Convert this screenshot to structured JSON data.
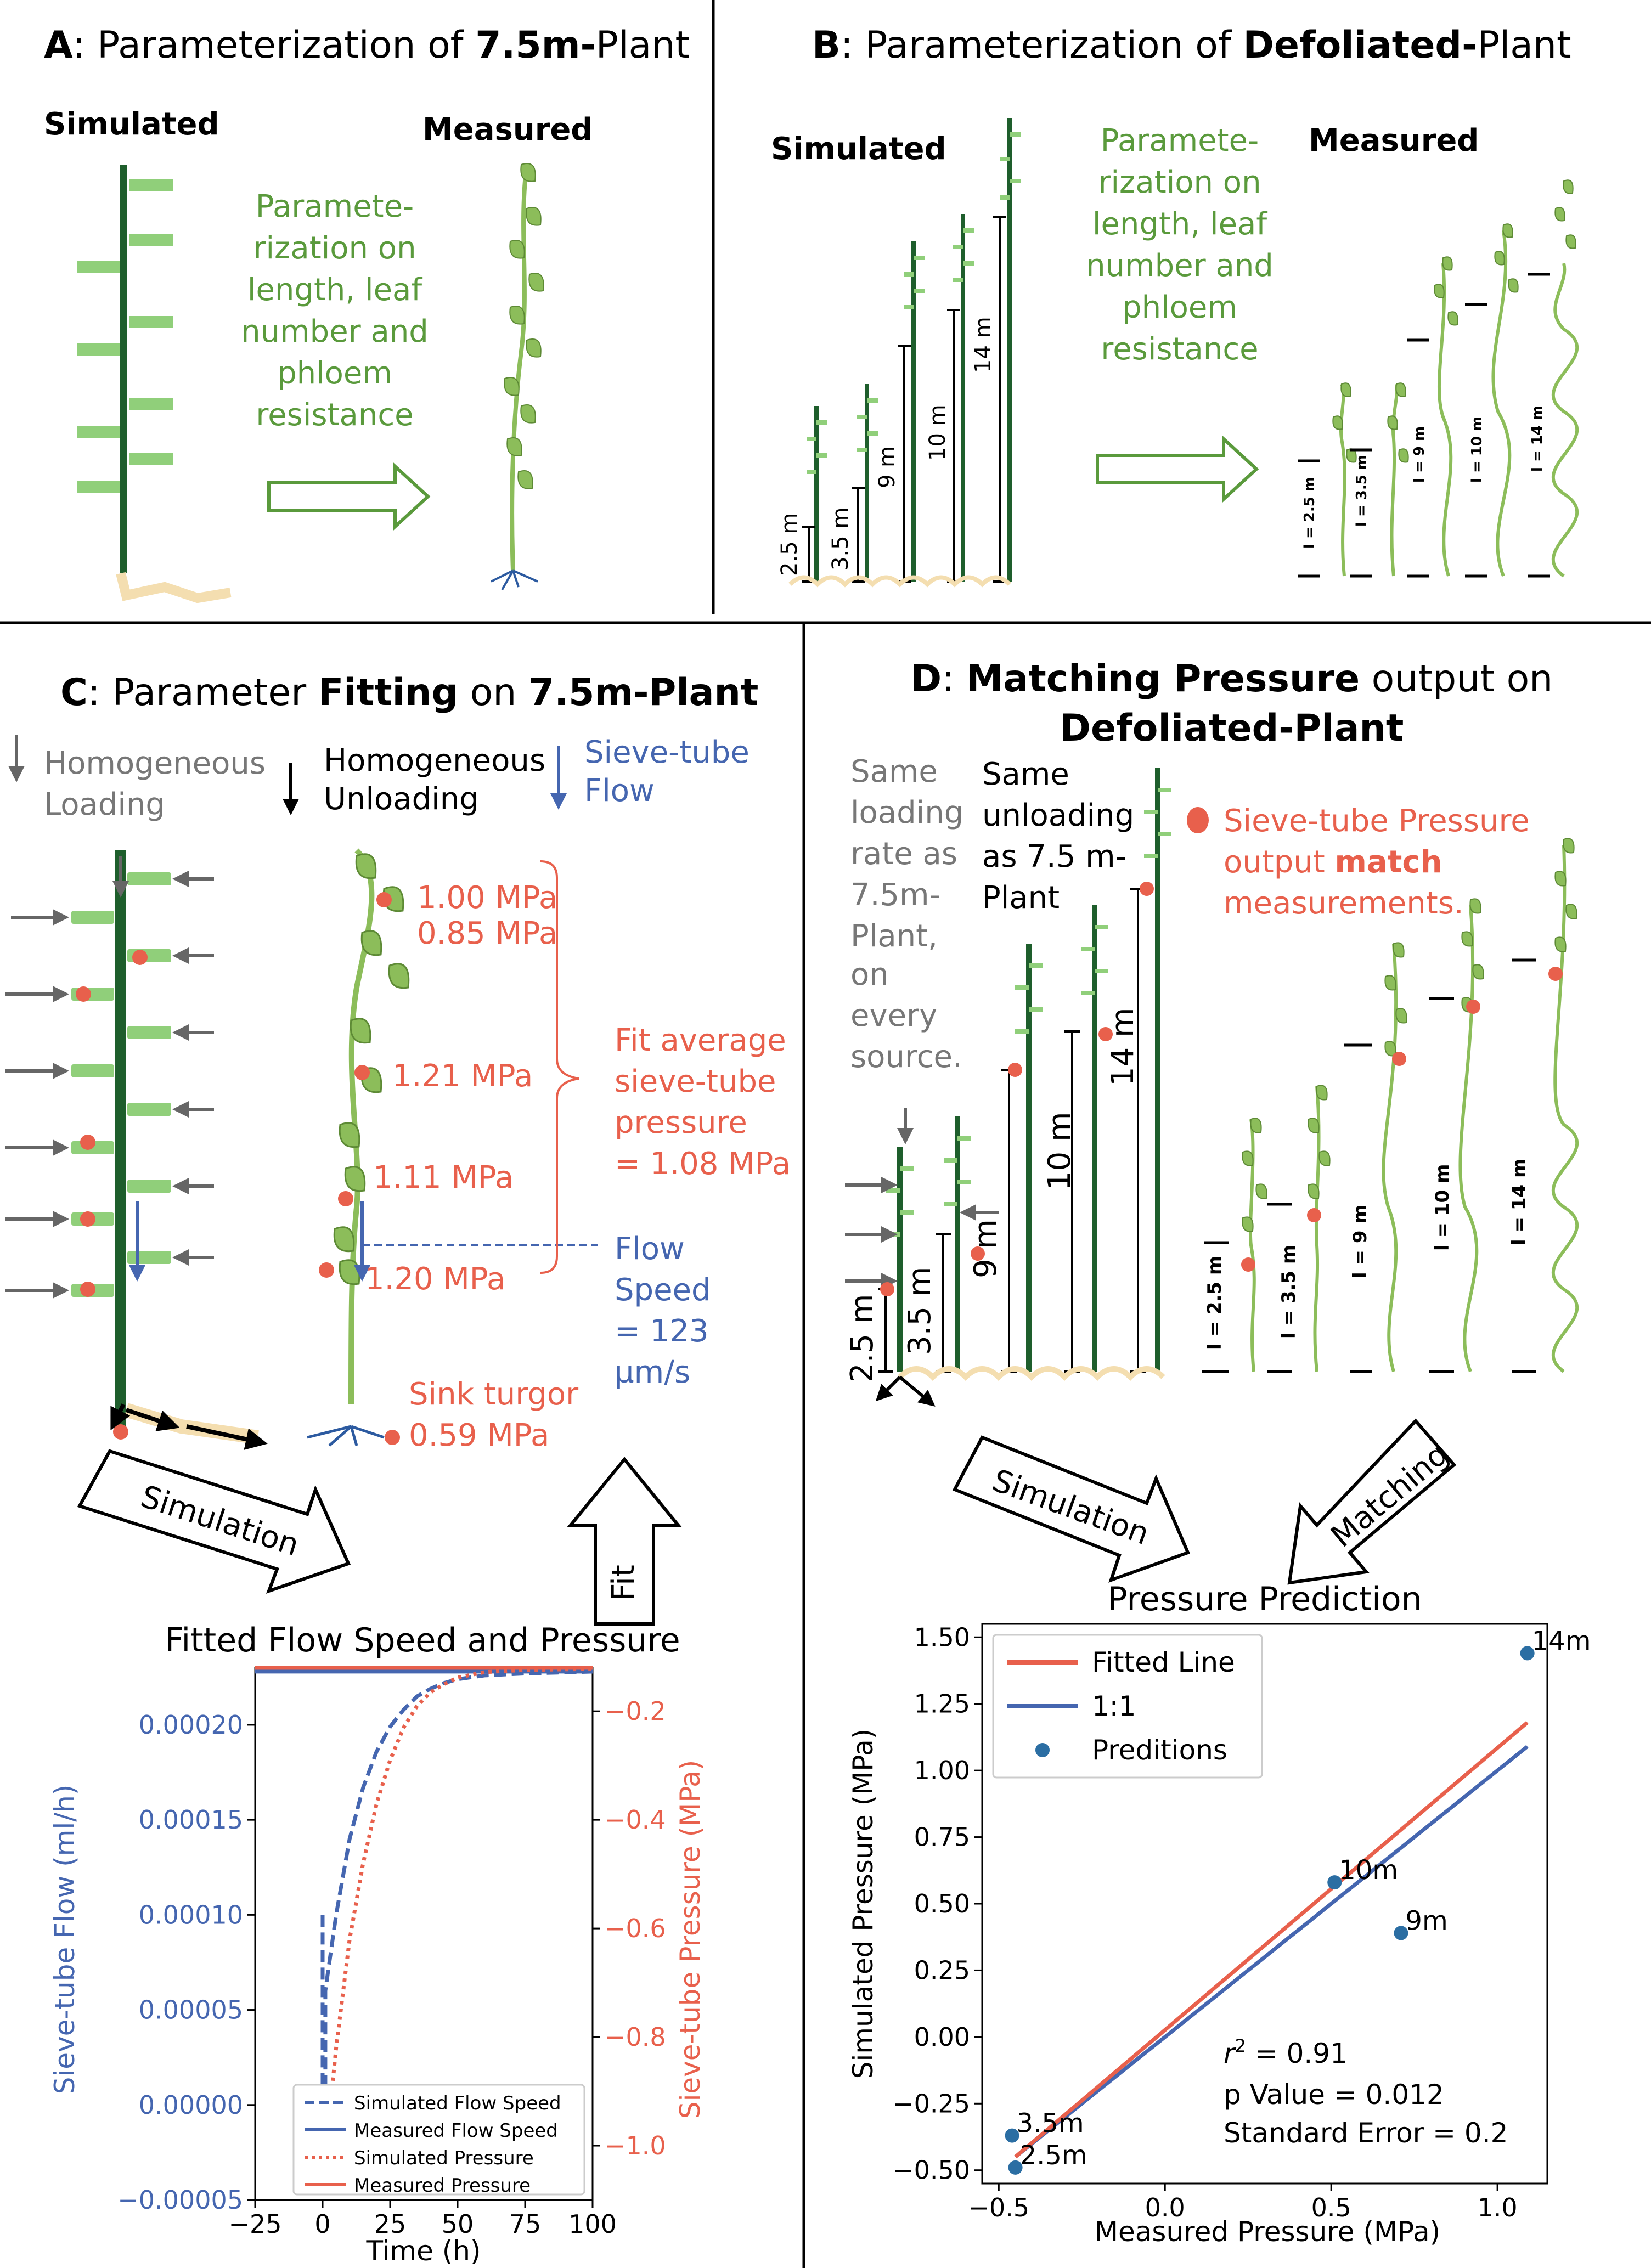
{
  "panelA": {
    "title_letter": "A",
    "title_mid": ": Parameterization of ",
    "title_bold": "7.5m-",
    "title_end": "Plant",
    "simulated": "Simulated",
    "measured": "Measured",
    "note": [
      "Paramete-",
      "rization on",
      "length, leaf",
      "number and",
      "phloem",
      "resistance"
    ]
  },
  "panelB": {
    "title_letter": "B",
    "title_mid": ": Parameterization of ",
    "title_bold": "Defoliated-",
    "title_end": "Plant",
    "simulated": "Simulated",
    "measured": "Measured",
    "note": [
      "Paramete-",
      "rization on",
      "length, leaf",
      "number and",
      "phloem",
      "resistance"
    ],
    "heights": [
      "2.5 m",
      "3.5 m",
      "9 m",
      "10 m",
      "14 m"
    ],
    "measured_labels": [
      "l = 2.5 m",
      "l = 3.5 m",
      "l = 9 m",
      "l = 10 m",
      "l = 14 m"
    ]
  },
  "panelC": {
    "title_letter": "C",
    "title_mid": ": Parameter ",
    "title_bold": "Fitting",
    "title_mid2": " on ",
    "title_bold2": "7.5m-Plant",
    "legend_loading": [
      "Homogeneous",
      "Loading"
    ],
    "legend_unloading": [
      "Homogeneous",
      "Unloading"
    ],
    "legend_flow": [
      "Sieve-tube",
      "Flow"
    ],
    "pressures": [
      "1.00 MPa",
      "0.85 MPa",
      "1.21 MPa",
      "1.11 MPa",
      "1.20 MPa"
    ],
    "fit_text": [
      "Fit average",
      "sieve-tube",
      "pressure",
      "= 1.08 MPa"
    ],
    "flow_text": [
      "Flow",
      "Speed",
      "= 123",
      "µm/s"
    ],
    "sink_text": [
      "Sink turgor",
      "0.59 MPa"
    ],
    "simulation_arrow": "Simulation",
    "fit_arrow": "Fit"
  },
  "panelD": {
    "title_letter": "D",
    "title_mid": ": ",
    "title_bold": "Matching Pressure",
    "title_end": " output on",
    "title_line2": "Defoliated-Plant",
    "loading_note": [
      "Same",
      "loading",
      "rate as",
      "7.5m-",
      "Plant,",
      "on",
      "every",
      "source."
    ],
    "unloading_note": [
      "Same",
      "unloading",
      "as 7.5 m-",
      "Plant"
    ],
    "match_note_1": "Sieve-tube Pressure",
    "match_note_2a": "output ",
    "match_note_2b": "match",
    "match_note_3": "measurements.",
    "heights": [
      "2.5 m",
      "3.5 m",
      "9 m",
      "10 m",
      "14 m"
    ],
    "measured_labels": [
      "l = 2.5 m",
      "l = 3.5 m",
      "l = 9 m",
      "l = 10 m",
      "l = 14 m"
    ],
    "simulation_arrow": "Simulation",
    "matching_arrow": "Matching"
  },
  "chart_data": [
    {
      "type": "line",
      "title": "Fitted Flow Speed and Pressure",
      "xlabel": "Time (h)",
      "ylabel": "Sieve-tube Flow (ml/h)",
      "y2label": "Sieve-tube Pressure (MPa)",
      "xlim": [
        -25,
        100
      ],
      "ylim": [
        -5e-05,
        0.00023
      ],
      "y2lim": [
        -1.1,
        -0.12
      ],
      "xticks": [
        "−25",
        "0",
        "25",
        "50",
        "75",
        "100"
      ],
      "yticks": [
        "−0.00005",
        "0.00000",
        "0.00005",
        "0.00010",
        "0.00015",
        "0.00020"
      ],
      "y2ticks": [
        "−1.0",
        "−0.8",
        "−0.6",
        "−0.4",
        "−0.2"
      ],
      "colors": {
        "flow": "#4566b0",
        "pressure": "#e8604c"
      },
      "series": [
        {
          "name": "Simulated Flow Speed",
          "axis": "left",
          "style": "dashed",
          "x": [
            0,
            0,
            1,
            1,
            2,
            5,
            10,
            15,
            20,
            25,
            30,
            35,
            40,
            45,
            50,
            60,
            75,
            100
          ],
          "y": [
            0.0001,
            0.0,
            0.0,
            6e-05,
            7e-05,
            0.0001,
            0.00014,
            0.000167,
            0.000186,
            0.000199,
            0.000208,
            0.000215,
            0.000219,
            0.000222,
            0.000224,
            0.000226,
            0.000227,
            0.000228
          ]
        },
        {
          "name": "Measured Flow Speed",
          "axis": "left",
          "style": "solid",
          "x": [
            -25,
            100
          ],
          "y": [
            0.000228,
            0.000228
          ]
        },
        {
          "name": "Simulated Pressure",
          "axis": "right",
          "style": "dotted",
          "x": [
            2,
            3,
            5,
            10,
            15,
            20,
            25,
            30,
            35,
            40,
            45,
            50,
            60,
            75,
            100
          ],
          "y": [
            -1.05,
            -0.92,
            -0.82,
            -0.62,
            -0.48,
            -0.37,
            -0.29,
            -0.23,
            -0.19,
            -0.165,
            -0.15,
            -0.138,
            -0.128,
            -0.124,
            -0.122
          ]
        },
        {
          "name": "Measured Pressure",
          "axis": "right",
          "style": "solid",
          "x": [
            -25,
            100
          ],
          "y": [
            -0.12,
            -0.12
          ]
        }
      ]
    },
    {
      "type": "scatter",
      "title": "Pressure Prediction",
      "xlabel": "Measured Pressure (MPa)",
      "ylabel": "Simulated Pressure (MPa)",
      "xlim": [
        -0.55,
        1.15
      ],
      "ylim": [
        -0.55,
        1.55
      ],
      "xticks": [
        "−0.5",
        "0.0",
        "0.5",
        "1.0"
      ],
      "yticks": [
        "−0.50",
        "−0.25",
        "0.00",
        "0.25",
        "0.50",
        "0.75",
        "1.00",
        "1.25",
        "1.50"
      ],
      "legend": [
        "Fitted Line",
        "1:1",
        "Preditions"
      ],
      "colors": {
        "fit": "#e8604c",
        "oneone": "#4566b0",
        "points": "#2b6ea3"
      },
      "fitted_line": {
        "x": [
          -0.45,
          1.09
        ],
        "y": [
          -0.45,
          1.18
        ]
      },
      "one_to_one": {
        "x": [
          -0.45,
          1.09
        ],
        "y": [
          -0.45,
          1.09
        ]
      },
      "points": [
        {
          "label": "2.5m",
          "x": -0.45,
          "y": -0.49
        },
        {
          "label": "3.5m",
          "x": -0.46,
          "y": -0.37
        },
        {
          "label": "9m",
          "x": 0.71,
          "y": 0.39
        },
        {
          "label": "10m",
          "x": 0.51,
          "y": 0.58
        },
        {
          "label": "14m",
          "x": 1.09,
          "y": 1.44
        }
      ],
      "stats": {
        "r2_prefix": "r",
        "r2_sup": "2",
        "r2_value": " = 0.91",
        "p_value": "p Value = 0.012",
        "std_error": "Standard Error = 0.2"
      }
    }
  ]
}
